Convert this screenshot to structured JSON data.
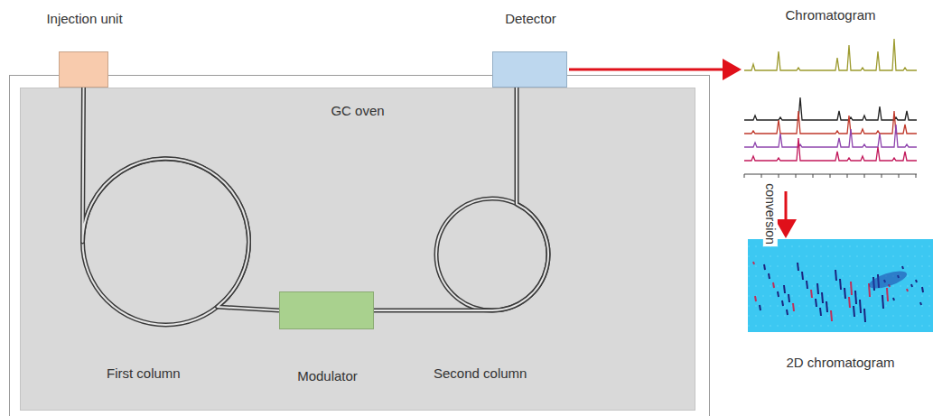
{
  "diagram": {
    "nodes": [
      {
        "text": [
          "Injection unit"
        ]
      },
      {
        "text": [
          "GC oven"
        ]
      },
      {
        "text": [
          "Modulator"
        ],
        "in": 1
      },
      {
        "text": [
          "Detector"
        ]
      },
      {
        "text": [
          "Chromatogram"
        ]
      },
      {
        "text": [
          "2D chromatogram"
        ]
      }
    ],
    "edges": [
      {
        "from": 0,
        "to": 2,
        "arrow": "none"
      },
      {
        "from": 2,
        "to": 3,
        "arrow": "none"
      },
      {
        "from": 3,
        "to": 4,
        "arrow": "to"
      },
      {
        "from": 4,
        "to": 5,
        "label": "conversion",
        "arrow": "to"
      }
    ],
    "labels": [
      "First column",
      "Second column"
    ]
  }
}
